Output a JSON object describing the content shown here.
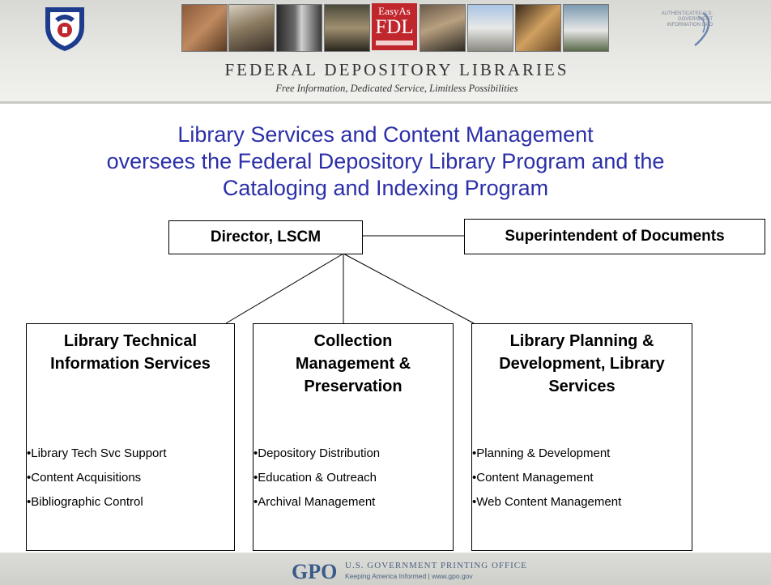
{
  "header": {
    "badge": {
      "top": "EasyAs",
      "main": "FDL"
    },
    "seal_text": "AUTHENTICATED U.S. GOVERNMENT INFORMATION GPO",
    "title": "FEDERAL DEPOSITORY LIBRARIES",
    "tagline": "Free Information, Dedicated Service, Limitless Possibilities"
  },
  "heading": {
    "lines": [
      "Library Services and Content Management",
      "oversees the Federal Depository Library Program and the",
      "Cataloging and Indexing Program"
    ]
  },
  "org": {
    "director": "Director, LSCM",
    "superintendent": "Superintendent of Documents",
    "units": [
      {
        "title": "Library Technical Information Services",
        "items": [
          "•Library Tech Svc Support",
          "•Content Acquisitions",
          "•Bibliographic Control"
        ]
      },
      {
        "title": "Collection Management & Preservation",
        "items": [
          "•Depository Distribution",
          "•Education & Outreach",
          "•Archival Management"
        ]
      },
      {
        "title": "Library Planning & Development, Library Services",
        "items": [
          "•Planning & Development",
          "•Content Management",
          "•Web Content Management"
        ]
      }
    ]
  },
  "footer": {
    "logo_text": "GPO",
    "name": "U.S. GOVERNMENT PRINTING OFFICE",
    "tagline": "Keeping America Informed | www.gpo.gov"
  },
  "colors": {
    "heading": "#2b2fa8",
    "badge": "#c0272d",
    "footer_text": "#4b6280"
  }
}
